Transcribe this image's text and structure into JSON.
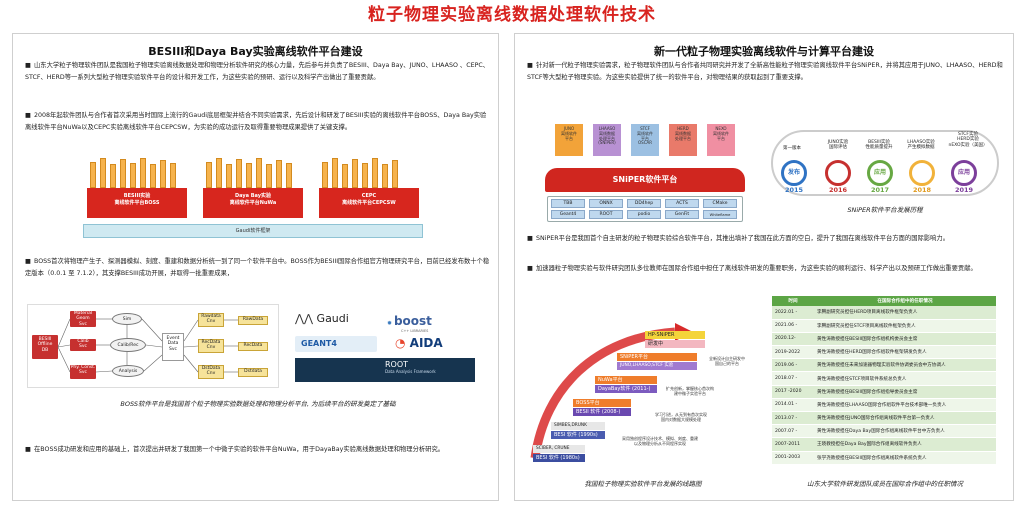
{
  "title": "粒子物理实验离线数据处理软件技术",
  "left": {
    "heading": "BESIII和Daya Bay实验离线软件平台建设",
    "para1": "山东大学粒子物理软件团队是我国粒子物理实验离线数据处理和物理分析软件研究的核心力量，先后参与并负责了BESIII、Daya Bay、JUNO、LHAASO 、CEPC、STCF、HERD等一系列大型粒子物理实验软件平台的设计和开发工作，为这些实验的预研、运行以及科学产出做出了重要贡献。",
    "para2": "2008年起软件团队与合作者首次采用当时国际上流行的Gaudi底层框架并结合不同实验需求，先后设计和研发了BESIII实验的离线软件平台BOSS、Daya Bay实验离线软件平台NuWa以及CEPC实验离线软件平台CEPCSW，为实验的成功运行及取得重要物理成果提供了关键支撑。",
    "diagram": {
      "boxes": [
        "BESIII实验\n离线软件平台BOSS",
        "Daya Bay实验\n离线软件平台NuWa",
        "CEPC\n离线软件平台CEPCSW"
      ],
      "base": "Gaudi软件框架"
    },
    "para3": "BOSS首次将物理产生子、探测器模拟、刻度、重建和数据分析统一到了同一个软件平台中。BOSS作为BESIII国际合作组官方物理研究平台，目前已经发布数十个稳定版本（0.0.1 至 7.1.2），其支撑BESIII成功开展，并取得一批重要成果，",
    "flow": {
      "db": "BESIII\nOffline\nDB",
      "material": "Material\nGeom\nSvc",
      "calib": "Calib\nSvc",
      "phy": "Phy. Const.\nSvc",
      "sim": "Sim",
      "calibrec": "Calib/Rec",
      "analysis": "Analysis",
      "event": "Event\nData\nSvc",
      "rawdata_cnv": "Rawdata\nCnv",
      "rawdata": "RawData",
      "recdata_cnv": "RecData\nCnv",
      "recdata": "RecData",
      "dstdata_cnv": "DstData\nCnv",
      "dstdata": "Dstdata"
    },
    "logos": {
      "gaudi": "Gaudi",
      "boost": "boost",
      "boost_sub": "C++ LIBRARIES",
      "geant4": "GEANT4",
      "aida": "AIDA",
      "root": "ROOT",
      "root_sub": "Data Analysis Framework"
    },
    "caption": "BOSS软件平台是我国首个粒子物理实验数据处理和物理分析平台, 为后续平台的研发奠定了基础",
    "para4": "在BOSS成功研发和应用的基础上，首次提出并研发了我国第一个中微子实验的软件平台NuWa，用于DayaBay实验离线数据处理和物理分析研究。"
  },
  "right": {
    "heading": "新一代粒子物理实验离线软件与计算平台建设",
    "para1": "针对新一代粒子物理实验需求，粒子物理软件团队与合作者共同研究并开发了全新高性能粒子物理实验离线软件平台SNiPER，并将其应用于JUNO、LHAASO、HERD和STCF等大型粒子物理实验。为这些实验提供了统一的软件平台，对物理结果的获取起到了重要支撑。",
    "sniper": {
      "experiments": [
        "JUNO\n离线软件\n平台",
        "LHAASO\n离线数据\n处理平台\n(SNiPER)",
        "STCF\n离线软件\n平台\nOSCAR",
        "HERD\n离线数据\n处理平台",
        "NEXO\n离线软件\n平台"
      ],
      "platform": "SNiPER软件平台",
      "tiles_row1": [
        "TBB",
        "ONNX",
        "DD4hep",
        "ACTS",
        "CMake"
      ],
      "tiles_row2": [
        "Geant4",
        "ROOT",
        "podio",
        "GenFit",
        "Whiteflame"
      ]
    },
    "timeline": {
      "items": [
        {
          "label": "第一版本",
          "word": "发布",
          "year": "2015"
        },
        {
          "label": "JUNO实验\n国际评估",
          "word": "",
          "year": "2016"
        },
        {
          "label": "BESIII实验\n性能质量提升",
          "word": "应用",
          "year": "2017"
        },
        {
          "label": "LHAASO实验\n产生模拟数据",
          "word": "",
          "year": "2018"
        },
        {
          "label": "STCF实验\nHERD实验\nnEXO实验（美国）",
          "word": "应用",
          "year": "2019"
        }
      ],
      "caption": "SNiPER软件平台发展历程"
    },
    "para2": "SNiPER平台是我国首个自主研发的粒子物理实验综合软件平台，其推出填补了我国在此方面的空白，提升了我国在离线软件平台方面的国际影响力。",
    "para3": "加速器粒子物理实验与软件研究团队多位教师在国际合作组中担任了离线软件研发的重要职务，为这些实验的顺利运行、科学产出以及预研工作做出重要贡献。",
    "stairs": [
      {
        "label": "BESI 软件 (1980s)",
        "tag": "SCIBER, CRUNE"
      },
      {
        "label": "BESI 软件 (1990s)",
        "tag": "SIMBES,DRUNK"
      },
      {
        "label": "BESII 软件 (2008-)",
        "tag": "BOSS平台"
      },
      {
        "label": "DayaBay软件 (2011-)",
        "tag": "NuWa平台"
      },
      {
        "label": "JUNO,LHAASO,STCF 实验",
        "tag": "SNiPER平台"
      },
      {
        "label": "研发中",
        "tag": "HP-SNiPER"
      }
    ],
    "stair_notes": [
      "采用独创程序设计技术、模拟、刻度、重建以及物理分析从不同程序实现",
      "学习引进，从无到有首次实现国内对数据大规模处理",
      "扩充创新，掌握核心首次构建中微子实验平台",
      "全新设计自主研发中国自己的平台"
    ],
    "stair_caption": "我国粒子物理实验软件平台发展的线路图",
    "table": {
      "headers": [
        "时间",
        "在国际合作组中的任职情况"
      ],
      "rows": [
        [
          "2022.01 -",
          "李腾副研究员担任HERD项目离线软件框架负责人"
        ],
        [
          "2021.06 -",
          "李腾副研究员担任STCF项目离线软件框架负责人"
        ],
        [
          "2020.12-",
          "黄性涛教授担任BESIII国际合作组机构委员会主席"
        ],
        [
          "2019-2022",
          "黄性涛教授担任HERD国际合作组软件框架研发负责人"
        ],
        [
          "2019.06 -",
          "黄性涛教授担任未来加速器物理实验软件协调委员会中方协调人"
        ],
        [
          "2018.07 -",
          "黄性涛教授担任STCF项目软件系统总负责人"
        ],
        [
          "2017 -2020",
          "黄性涛教授担任BESIII国际合作组指导委员会主席"
        ],
        [
          "2014.01 -",
          "黄性涛教授担任LHAASO国际合作组软件平台技术部唯一负责人"
        ],
        [
          "2013.07 -",
          "黄性涛教授担任JUNO国际合作组离线软件平台第一负责人"
        ],
        [
          "2007.07 -",
          "黄性涛教授担任Daya Bay国际合作组离线软件平台中方负责人"
        ],
        [
          "2007-2011",
          "王晓教授担任Daya Bay国际合作组离线软件负责人"
        ],
        [
          "2001-2003",
          "张学尧教授担任BESIII国际合作组离线软件系统负责人"
        ]
      ],
      "caption": "山东大学软件研发团队成员在国际合作组中的任职情况"
    }
  }
}
